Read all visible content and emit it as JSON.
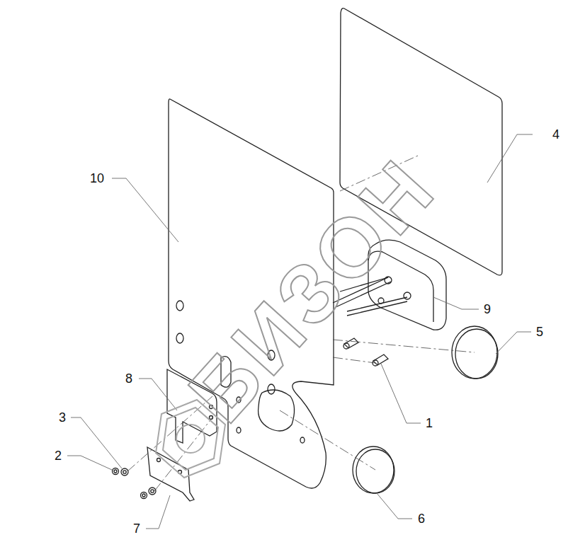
{
  "diagram": {
    "labels": [
      "4",
      "10",
      "9",
      "5",
      "8",
      "1",
      "3",
      "2",
      "7",
      "6",
      "БИЗОН"
    ]
  }
}
